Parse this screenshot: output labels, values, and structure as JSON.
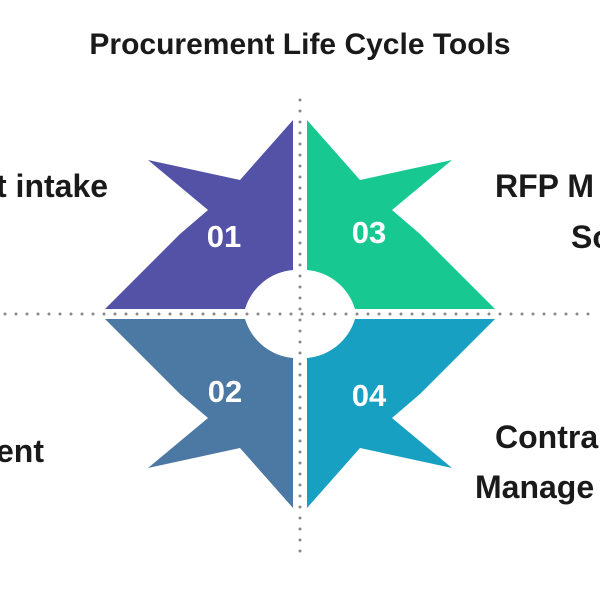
{
  "title": "Procurement Life Cycle Tools",
  "quadrants": [
    {
      "number": "01",
      "label_lines": [
        "t intake"
      ],
      "color": "#5452a6"
    },
    {
      "number": "02",
      "label_lines": [
        "ent"
      ],
      "color": "#4c78a4"
    },
    {
      "number": "03",
      "label_lines": [
        "RFP M",
        "So"
      ],
      "color": "#17c991"
    },
    {
      "number": "04",
      "label_lines": [
        "Contra",
        "Manage"
      ],
      "color": "#17a0c2"
    }
  ],
  "guide_color": "#8a8a8a"
}
